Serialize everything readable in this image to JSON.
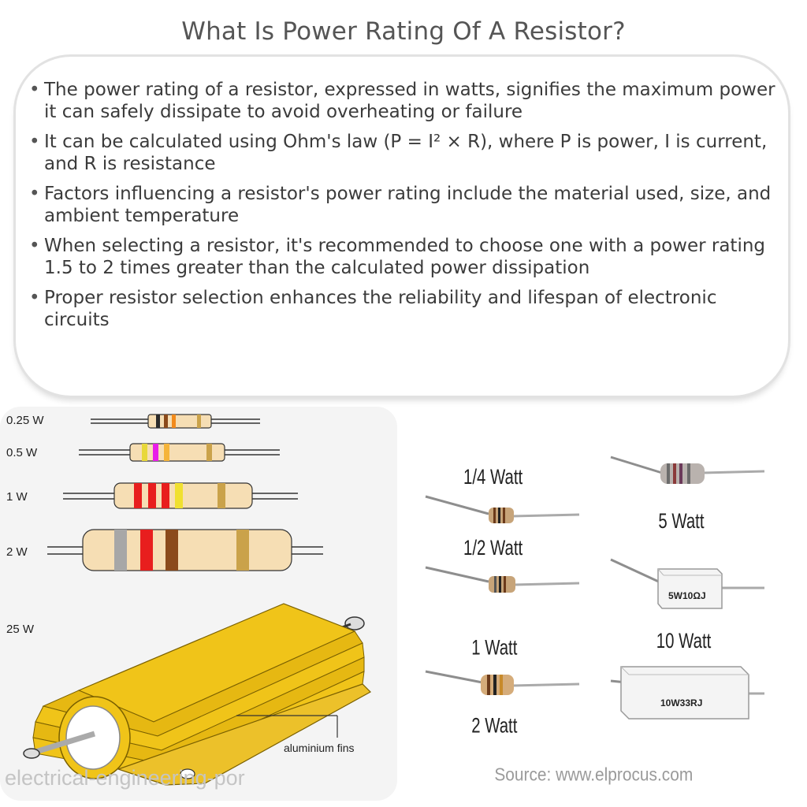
{
  "title": "What Is Power Rating Of A Resistor?",
  "bullets": [
    "The power rating of a resistor, expressed in watts, signifies the maximum power it can safely dissipate to avoid overheating or failure",
    "It can be calculated using Ohm's law (P = I² × R), where P is power, I is current, and R is resistance",
    "Factors influencing a resistor's power rating include the material used, size, and ambient temperature",
    "When selecting a resistor, it's recommended to choose one with a power rating 1.5 to 2 times greater than the calculated power dissipation",
    "Proper resistor selection enhances the reliability and lifespan of electronic circuits"
  ],
  "left_figure": {
    "labels": [
      "0.25 W",
      "0.5 W",
      "1 W",
      "2 W",
      "25 W"
    ],
    "fins_label": "aluminium fins",
    "watermark": "electrical-engineering-por"
  },
  "right_figure": {
    "labels": [
      "1/4 Watt",
      "1/2 Watt",
      "1 Watt",
      "2 Watt",
      "5 Watt",
      "10 Watt"
    ],
    "resistor_5w_text": "5W10ΩJ",
    "resistor_10w_text": "10W33RJ",
    "source": "Source: www.elprocus.com"
  }
}
